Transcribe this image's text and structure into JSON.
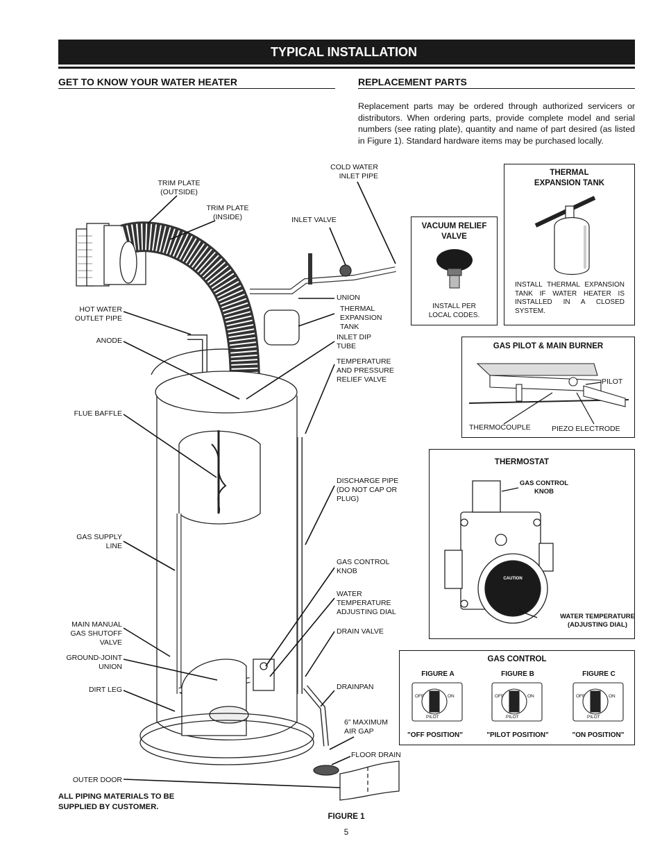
{
  "header": {
    "title": "TYPICAL INSTALLATION"
  },
  "left": {
    "heading": "GET TO KNOW YOUR WATER HEATER",
    "labels": {
      "trim_outside": "TRIM PLATE\n(OUTSIDE)",
      "trim_inside": "TRIM PLATE\n(INSIDE)",
      "cold_water": "COLD WATER\nINLET PIPE",
      "inlet_valve": "INLET VALVE",
      "hot_water": "HOT WATER\nOUTLET PIPE",
      "union": "UNION",
      "thermal_tank": "THERMAL\nEXPANSION\nTANK",
      "anode": "ANODE",
      "inlet_dip": "INLET DIP\nTUBE",
      "tpr_valve": "TEMPERATURE\nAND PRESSURE\nRELIEF VALVE",
      "flue_baffle": "FLUE BAFFLE",
      "discharge": "DISCHARGE PIPE\n(DO NOT CAP OR\nPLUG)",
      "gas_supply": "GAS SUPPLY\nLINE",
      "gas_knob": "GAS CONTROL\nKNOB",
      "water_temp": "WATER\nTEMPERATURE\nADJUSTING DIAL",
      "main_manual": "MAIN MANUAL\nGAS SHUTOFF\nVALVE",
      "drain_valve": "DRAIN VALVE",
      "ground_joint": "GROUND-JOINT\nUNION",
      "dirt_leg": "DIRT LEG",
      "drainpan": "DRAINPAN",
      "air_gap": "6” MAXIMUM\nAIR GAP",
      "floor_drain": "FLOOR DRAIN",
      "outer_door": "OUTER DOOR"
    },
    "footnote": "ALL PIPING MATERIALS TO BE\nSUPPLIED BY CUSTOMER."
  },
  "right": {
    "heading": "REPLACEMENT PARTS",
    "paragraph": "Replacement parts may be ordered through authorized servicers or distributors.  When ordering parts, provide complete model and serial numbers (see rating plate), quantity and name of part desired (as listed in Figure 1).  Standard hardware items may be purchased locally.",
    "thermal_box": {
      "title": "THERMAL\nEXPANSION TANK",
      "note": "INSTALL THERMAL EXPANSION TANK IF WATER HEATER IS INSTALLED IN A CLOSED SYSTEM."
    },
    "vacuum_box": {
      "title": "VACUUM RELIEF\nVALVE",
      "note": "INSTALL PER\nLOCAL CODES."
    },
    "pilot_box": {
      "title": "GAS PILOT & MAIN BURNER",
      "pilot": "PILOT",
      "thermocouple": "THERMOCOUPLE",
      "piezo": "PIEZO ELECTRODE"
    },
    "thermostat_box": {
      "title": "THERMOSTAT",
      "knob": "GAS CONTROL\nKNOB",
      "dial": "WATER TEMPERATURE\n(ADJUSTING DIAL)",
      "caution": "CAUTION"
    },
    "gas_control_box": {
      "title": "GAS CONTROL",
      "figures": [
        {
          "name": "FIGURE A",
          "caption": "\"OFF POSITION\""
        },
        {
          "name": "FIGURE B",
          "caption": "\"PILOT POSITION\""
        },
        {
          "name": "FIGURE C",
          "caption": "\"ON POSITION\""
        }
      ],
      "dial_off": "OFF",
      "dial_on": "ON",
      "dial_pilot": "PILOT"
    }
  },
  "figure_caption": "FIGURE 1",
  "page_number": "5"
}
